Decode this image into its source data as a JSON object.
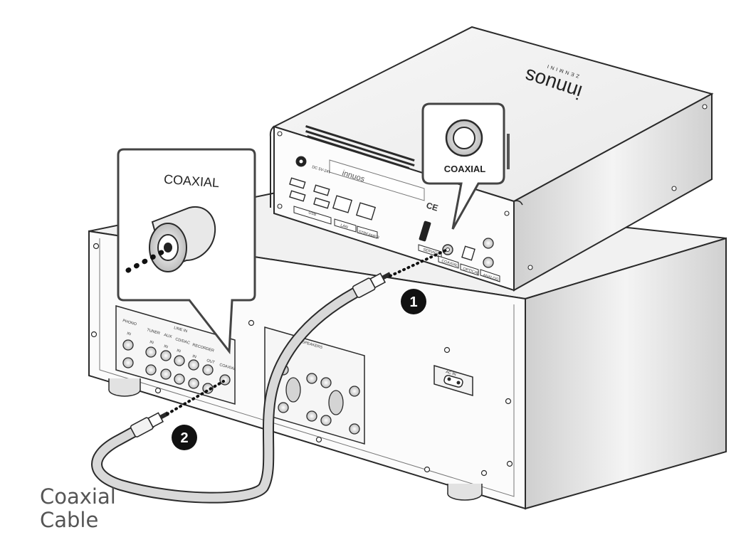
{
  "callouts": {
    "amp_label": "COAXIAL",
    "streamer_label": "COAXIAL"
  },
  "steps": {
    "one": "1",
    "two": "2"
  },
  "cable_label": {
    "line1": "Coaxial",
    "line2": "Cable"
  },
  "streamer": {
    "brand": "innuos",
    "model": "ZENMINI",
    "panel_brand": "innuos",
    "dc_label": "DC 5V-24V",
    "port_labels": [
      "USB",
      "LAN",
      "STREAMER",
      "COAXIAL",
      "OPTICAL",
      "ANALOG",
      "SERVICE"
    ],
    "ce_mark": "CE"
  },
  "amplifier": {
    "input_labels": [
      "PHONO",
      "TUNER",
      "AUX",
      "LINE IN",
      "CD/DAC",
      "RECORDER",
      "COAXIAL"
    ],
    "io_labels": [
      "IN",
      "IN",
      "IN",
      "IN",
      "IN",
      "OUT"
    ],
    "speaker_label": "SPEAKERS",
    "ac_label": "AC IN"
  },
  "colors": {
    "stroke": "#2a2a2a",
    "panel": "#fafafa",
    "shade": "#e6e6e6",
    "cable": "#d8d8d8",
    "badge": "#111111"
  }
}
